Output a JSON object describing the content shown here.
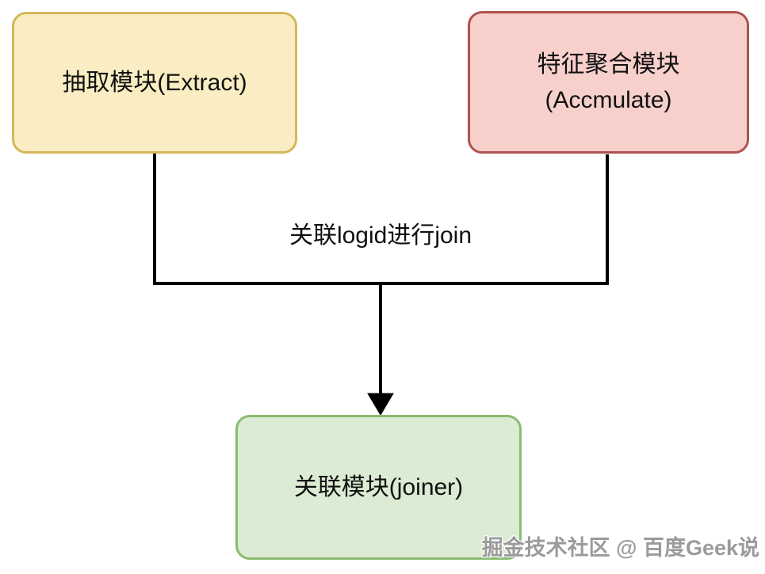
{
  "diagram": {
    "nodes": {
      "extract": {
        "label": "抽取模块(Extract)",
        "fill": "#FAEDC3",
        "border": "#D4B75A"
      },
      "accumulate": {
        "label_line1": "特征聚合模块",
        "label_line2": "(Accmulate)",
        "fill": "#F7D0CC",
        "border": "#AE534F"
      },
      "joiner": {
        "label": "关联模块(joiner)",
        "fill": "#DCEBD3",
        "border": "#8BBB70"
      }
    },
    "edge_label": "关联logid进行join",
    "line_color": "#000000"
  },
  "watermark": {
    "text": "掘金技术社区 @ 百度Geek说"
  }
}
